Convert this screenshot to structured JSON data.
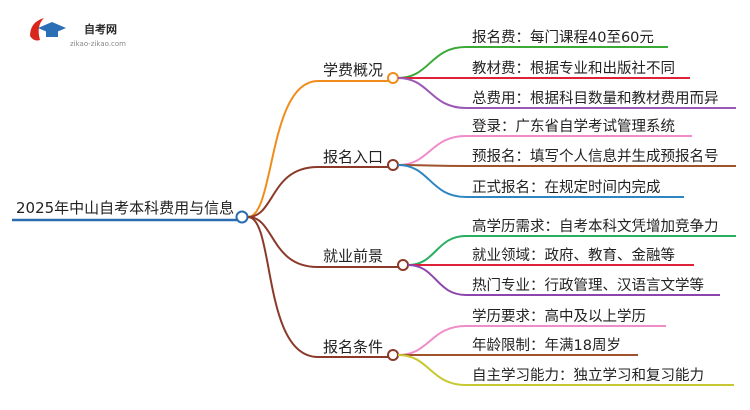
{
  "logo": {
    "title": "自考网",
    "url": "zikao-zikao.com",
    "colors": {
      "red": "#d9261c",
      "blue": "#2a6fb5"
    }
  },
  "root": {
    "label": "2025年中山自考本科费用与信息",
    "color": "#2b6cb0"
  },
  "branches": [
    {
      "label": "学费概况",
      "color": "#f08c1c",
      "children": [
        {
          "label": "报名费：每门课程40至60元",
          "color": "#3aa935"
        },
        {
          "label": "教材费：根据专业和出版社不同",
          "color": "#e0213a"
        },
        {
          "label": "总费用：根据科目数量和教材费用而异",
          "color": "#9b59b6"
        }
      ]
    },
    {
      "label": "报名入口",
      "color": "#8b3a2a",
      "children": [
        {
          "label": "登录：广东省自学考试管理系统",
          "color": "#f08cc8"
        },
        {
          "label": "预报名：填写个人信息并生成预报名号",
          "color": "#a0522d"
        },
        {
          "label": "正式报名：在规定时间内完成",
          "color": "#2e86c1"
        }
      ]
    },
    {
      "label": "就业前景",
      "color": "#8b3a2a",
      "children": [
        {
          "label": "高学历需求：自考本科文凭增加竞争力",
          "color": "#27ae60"
        },
        {
          "label": "就业领域：政府、教育、金融等",
          "color": "#e0213a"
        },
        {
          "label": "热门专业：行政管理、汉语言文学等",
          "color": "#8e44ad"
        }
      ]
    },
    {
      "label": "报名条件",
      "color": "#8b3a2a",
      "children": [
        {
          "label": "学历要求：高中及以上学历",
          "color": "#f08cc8"
        },
        {
          "label": "年龄限制：年满18周岁",
          "color": "#a0522d"
        },
        {
          "label": "自主学习能力：独立学习和复习能力",
          "color": "#c8c832"
        }
      ]
    }
  ]
}
